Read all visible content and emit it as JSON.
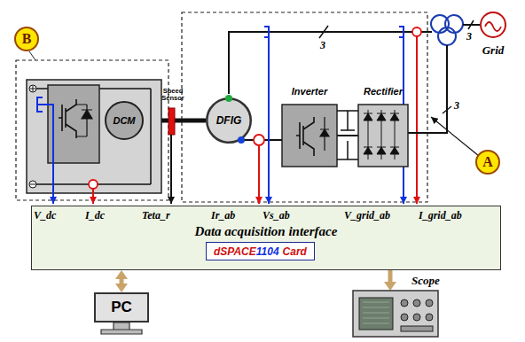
{
  "diagram": {
    "nodes": [
      {
        "text": [
          "B"
        ]
      },
      {
        "text": [
          "DCM"
        ]
      },
      {
        "text": [
          "DFIG"
        ]
      },
      {
        "text": [
          "Inverter"
        ]
      },
      {
        "text": [
          "Rectifier"
        ]
      },
      {
        "text": [
          "Grid"
        ]
      },
      {
        "text": [
          "A"
        ]
      },
      {
        "text": [
          "Data acquisition interface"
        ]
      },
      {
        "text": [
          "dSPACE",
          "1104",
          "Card"
        ],
        "in": 7
      },
      {
        "text": [
          "PC"
        ]
      },
      {
        "text": [
          "Scope"
        ]
      }
    ],
    "edges": [
      {
        "from": 1,
        "to": 2,
        "arrow": "none"
      },
      {
        "from": 2,
        "to": 3,
        "arrow": "none"
      },
      {
        "from": 3,
        "to": 4,
        "arrow": "none"
      },
      {
        "from": 7,
        "to": 9,
        "arrow": "both"
      },
      {
        "from": 7,
        "to": 10,
        "arrow": "to"
      }
    ],
    "labels": [
      "3",
      "3",
      "3",
      "Speed Sensor",
      "V_dc",
      "I_dc",
      "Teta_r",
      "Ir_ab",
      "Vs_ab",
      "V_grid_ab",
      "I_grid_ab"
    ]
  }
}
